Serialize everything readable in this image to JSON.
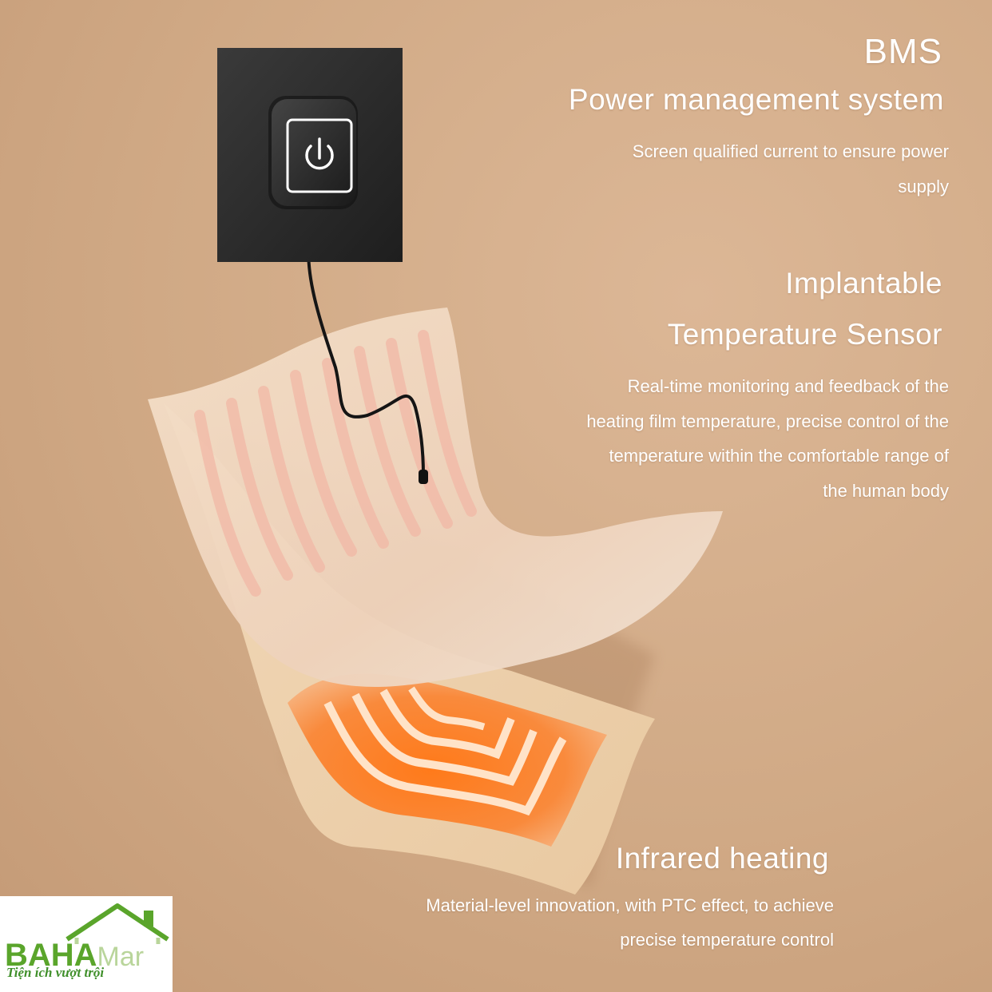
{
  "bms": {
    "title": "BMS",
    "subtitle": "Power management system",
    "description": "Screen qualified current to ensure power supply"
  },
  "sensor": {
    "title_line1": "Implantable",
    "title_line2": "Temperature Sensor",
    "description": "Real-time monitoring and feedback of the heating film temperature, precise control of the temperature within the comfortable range of the human body"
  },
  "infrared": {
    "title": "Infrared heating",
    "description": "Material-level innovation, with PTC effect, to achieve precise temperature control"
  },
  "logo": {
    "brand_primary": "BAHA",
    "brand_secondary": "Mar",
    "slogan": "Tiện ích vượt trội",
    "colors": {
      "primary": "#5aa52b",
      "secondary": "#b9d59b"
    }
  },
  "icons": [
    "power-icon",
    "house-icon"
  ],
  "colors": {
    "background": "#d0a985",
    "panel": "#2b2b2b",
    "heat": "#f26a1b"
  }
}
